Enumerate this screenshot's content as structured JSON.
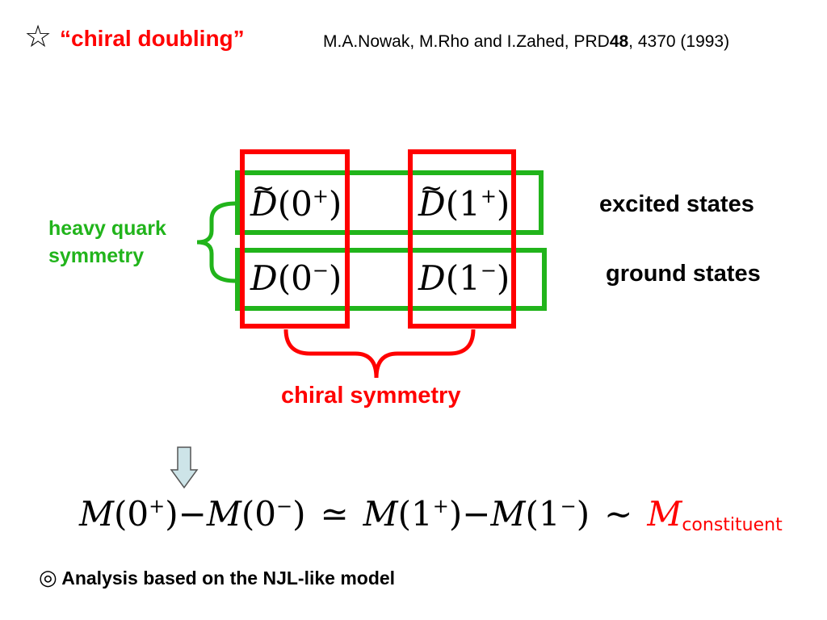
{
  "header": {
    "star": "☆",
    "title": "“chiral doubling”",
    "reference_prefix": "M.A.Nowak, M.Rho and I.Zahed, PRD",
    "reference_volume": "48",
    "reference_suffix": ", 4370 (1993)"
  },
  "diagram": {
    "states": {
      "excited_0": {
        "symbol": "D",
        "arg": "0",
        "parity": "+"
      },
      "excited_1": {
        "symbol": "D",
        "arg": "1",
        "parity": "+"
      },
      "ground_0": {
        "symbol": "D",
        "arg": "0",
        "parity": "−"
      },
      "ground_1": {
        "symbol": "D",
        "arg": "1",
        "parity": "−"
      }
    },
    "tilde": "~",
    "labels": {
      "excited": "excited states",
      "ground": "ground states",
      "heavy_quark_line1": "heavy quark",
      "heavy_quark_line2": "symmetry",
      "chiral": "chiral symmetry"
    },
    "colors": {
      "heavy_quark": "#21b41b",
      "chiral": "#ff0000",
      "arrow_fill": "#cde4e8"
    }
  },
  "formula": {
    "m": "M",
    "p1": "(0",
    "s1": "+",
    "c1": ")",
    "minus1": "−",
    "p2": "(0",
    "s2": "−",
    "c2": ")",
    "approx": "≃",
    "p3": "(1",
    "s3": "+",
    "c3": ")",
    "minus2": "−",
    "p4": "(1",
    "s4": "−",
    "c4": ")",
    "sim": "∼",
    "mc_symbol": "M",
    "mc_sub": "constituent"
  },
  "footer": {
    "symbol": "◎",
    "text": "Analysis based on the NJL-like model"
  }
}
